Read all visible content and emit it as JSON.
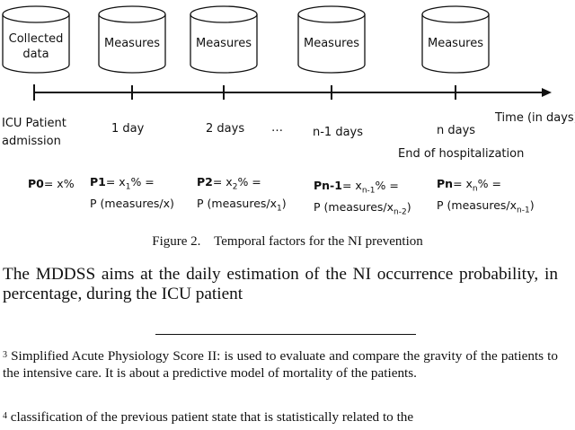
{
  "figure": {
    "cylinders": [
      {
        "label": "Collected data"
      },
      {
        "label": "Measures"
      },
      {
        "label": "Measures"
      },
      {
        "label": "Measures"
      },
      {
        "label": "Measures"
      }
    ],
    "timeline": {
      "axis_label": "Time (in days)",
      "ticks": [
        {
          "label_line1": "ICU Patient",
          "label_line2": "admission"
        },
        {
          "label_line1": "1 day"
        },
        {
          "label_line1": "2 days"
        },
        {
          "label_line1": "n-1 days"
        },
        {
          "label_line1": "n days",
          "label_line2": "End of hospitalization"
        }
      ],
      "ellipsis": "…"
    },
    "formulas": [
      {
        "name": "P0",
        "line1": "= x%"
      },
      {
        "name": "P1",
        "line1_a": "= x",
        "line1_sub": "1",
        "line1_b": "% =",
        "line2_a": "P (measures/x)",
        "line2_sub": "",
        "line2_b": ""
      },
      {
        "name": "P2",
        "line1_a": "= x",
        "line1_sub": "2",
        "line1_b": "% =",
        "line2_a": "P (measures/x",
        "line2_sub": "1",
        "line2_b": ")"
      },
      {
        "name": "Pn-1",
        "line1_a": "= x",
        "line1_sub": "n-1",
        "line1_b": "% =",
        "line2_a": "P (measures/x",
        "line2_sub": "n-2",
        "line2_b": ")"
      },
      {
        "name": "Pn",
        "line1_a": "= x",
        "line1_sub": "n",
        "line1_b": "% =",
        "line2_a": "P (measures/x",
        "line2_sub": "n-1",
        "line2_b": ")"
      }
    ],
    "caption": "Figure 2.    Temporal factors for the NI prevention"
  },
  "body": {
    "paragraph": "The MDDSS aims at the daily estimation of the NI occurrence probability, in percentage, during the ICU patient"
  },
  "footnotes": [
    {
      "mark": "3",
      "text": " Simplified Acute Physiology Score II:  is used to evaluate and compare the gravity of the patients to the intensive care. It is about a predictive model of mortality of the patients."
    },
    {
      "mark": "4",
      "text": " classification of the previous patient state that is statistically related to the"
    }
  ]
}
